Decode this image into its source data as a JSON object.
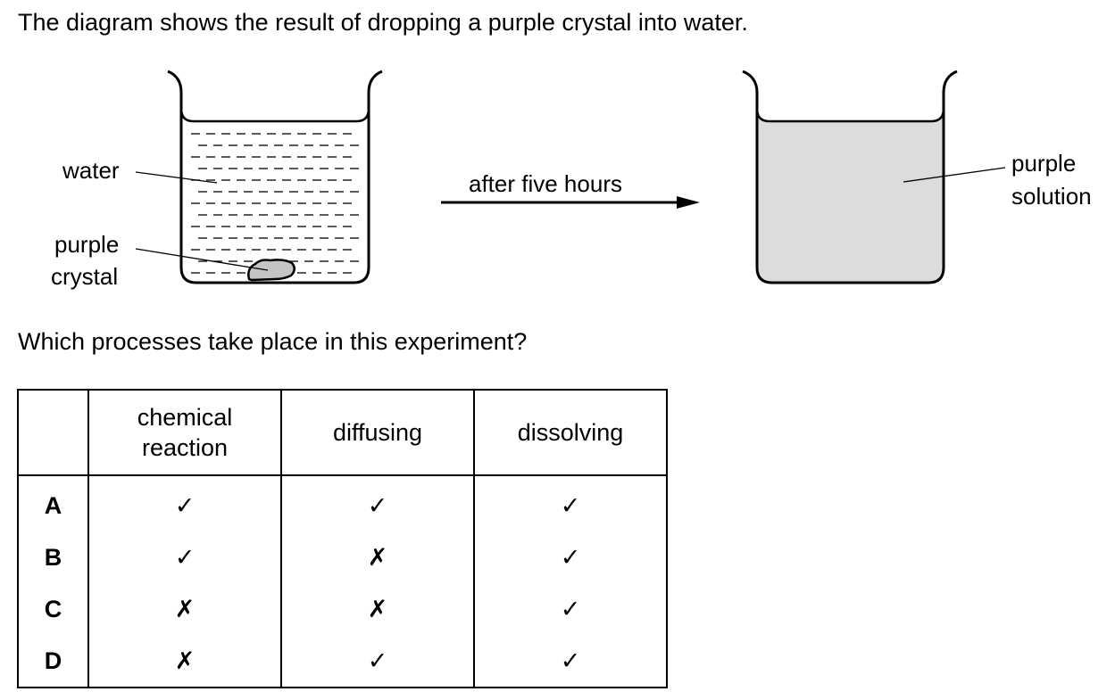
{
  "intro_text": "The diagram shows the result of dropping a purple crystal into water.",
  "diagram": {
    "label_water": "water",
    "label_crystal_line1": "purple",
    "label_crystal_line2": "crystal",
    "arrow_label": "after five hours",
    "label_solution_line1": "purple",
    "label_solution_line2": "solution"
  },
  "question_text": "Which processes take place in this experiment?",
  "table": {
    "headers": {
      "chemical_line1": "chemical",
      "chemical_line2": "reaction",
      "diffusing": "diffusing",
      "dissolving": "dissolving"
    },
    "rows": [
      {
        "letter": "A",
        "chemical": "✓",
        "diffusing": "✓",
        "dissolving": "✓"
      },
      {
        "letter": "B",
        "chemical": "✓",
        "diffusing": "✗",
        "dissolving": "✓"
      },
      {
        "letter": "C",
        "chemical": "✗",
        "diffusing": "✗",
        "dissolving": "✓"
      },
      {
        "letter": "D",
        "chemical": "✗",
        "diffusing": "✓",
        "dissolving": "✓"
      }
    ]
  },
  "colors": {
    "solution_fill": "#dcdcdc",
    "crystal_fill": "#c4c4c4"
  }
}
